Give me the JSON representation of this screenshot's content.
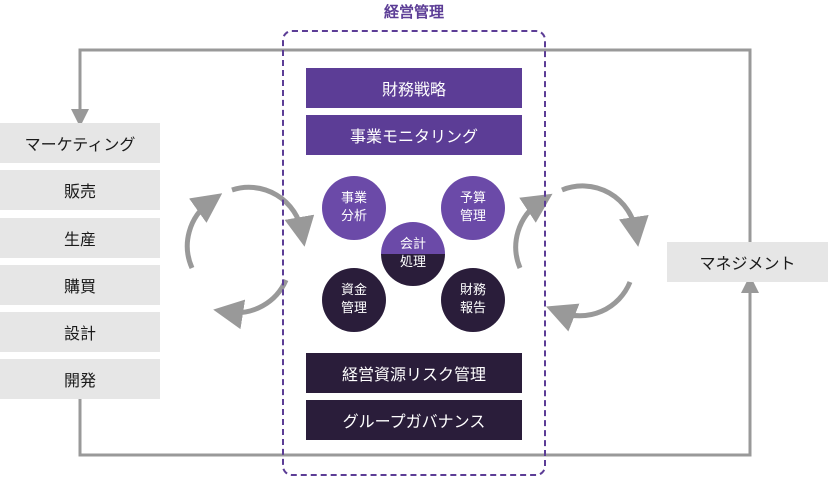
{
  "title": "経営管理",
  "top_bars": [
    "財務戦略",
    "事業モニタリング"
  ],
  "circles": {
    "business_analysis": [
      "事業",
      "分析"
    ],
    "budget": [
      "予算",
      "管理"
    ],
    "accounting": [
      "会計",
      "処理"
    ],
    "funds": [
      "資金",
      "管理"
    ],
    "financial_report": [
      "財務",
      "報告"
    ]
  },
  "bottom_bars": [
    "経営資源リスク管理",
    "グループガバナンス"
  ],
  "departments": [
    "マーケティング",
    "販売",
    "生産",
    "購買",
    "設計",
    "開発"
  ],
  "management": "マネジメント",
  "colors": {
    "purple": "#5c3d96",
    "dark": "#2a1d3a",
    "gray_box": "#e6e6e6",
    "connector": "#999999"
  }
}
